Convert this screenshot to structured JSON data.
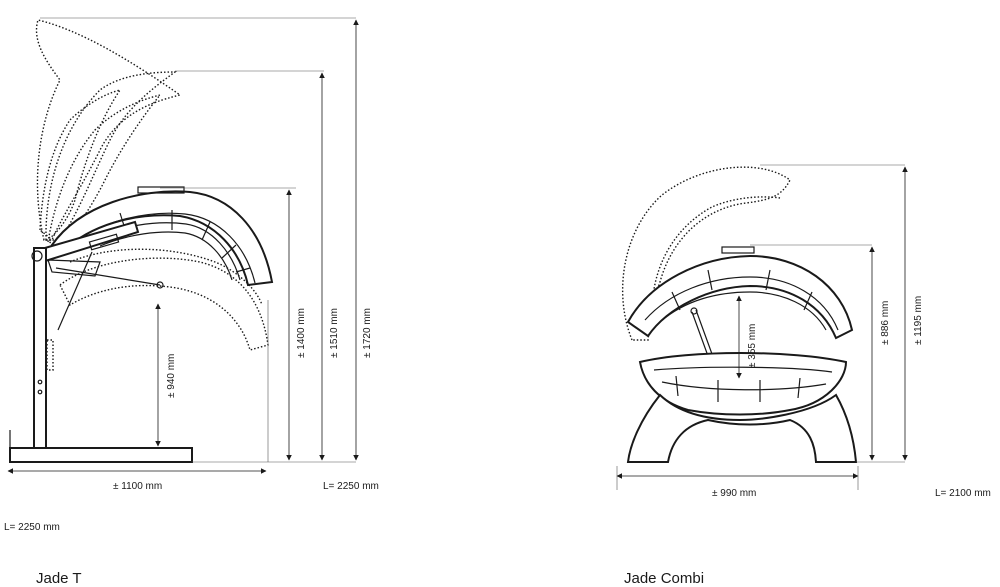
{
  "products": [
    {
      "name": "Jade T",
      "length_label": "L= 2250 mm",
      "length_label_side": "L= 2250 mm",
      "dims": {
        "width": "± 1100 mm",
        "h940": "± 940 mm",
        "h1400": "± 1400 mm",
        "h1510": "± 1510 mm",
        "h1720": "± 1720 mm"
      }
    },
    {
      "name": "Jade Combi",
      "length_label": "L= 2100 mm",
      "dims": {
        "width": "± 990 mm",
        "h355": "± 355 mm",
        "h886": "± 886 mm",
        "h1195": "± 1195 mm"
      }
    }
  ],
  "colors": {
    "line": "#1a1a1a",
    "background": "#ffffff"
  }
}
